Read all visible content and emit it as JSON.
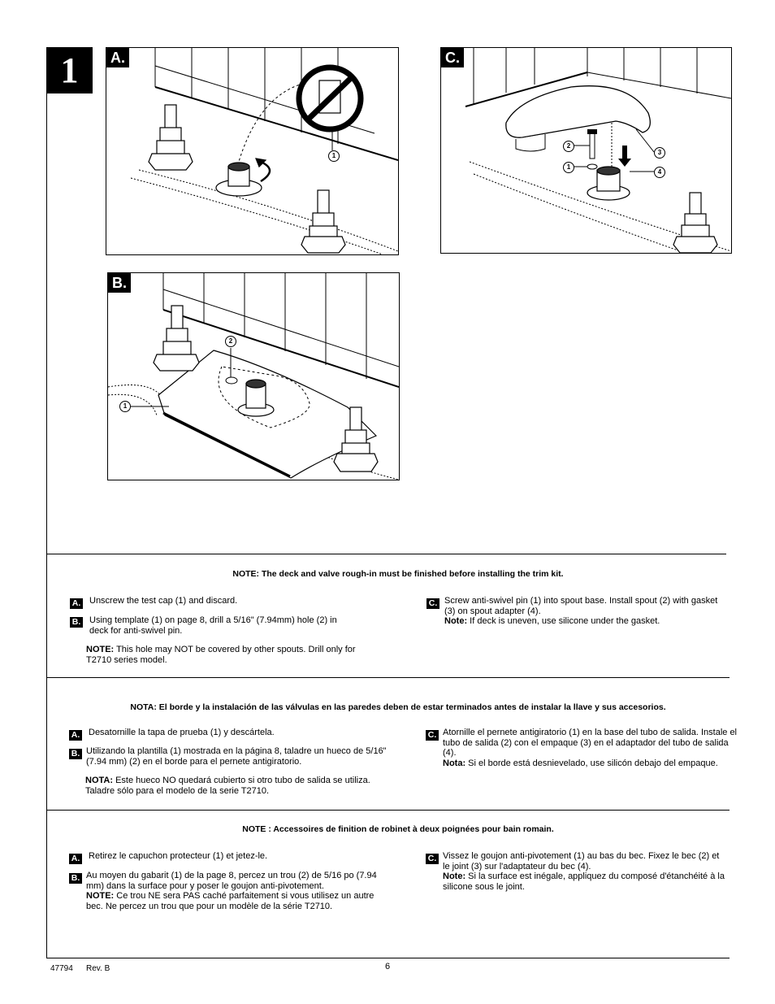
{
  "step": {
    "number": "1"
  },
  "panels": {
    "a": {
      "label": "A.",
      "callouts": [
        "1"
      ]
    },
    "b": {
      "label": "B.",
      "callouts": [
        "1",
        "2"
      ]
    },
    "c": {
      "label": "C.",
      "callouts": [
        "1",
        "2",
        "3",
        "4"
      ]
    }
  },
  "english": {
    "note": "NOTE:  The deck and valve rough-in must be finished before installing the trim kit.",
    "a_label": "A.",
    "a_text": "Unscrew the test cap (1) and discard.",
    "b_label": "B.",
    "b_text": "Using template (1) on page 8, drill a 5/16\" (7.94mm) hole (2) in deck for anti-swivel pin.",
    "b_note_label": "NOTE:",
    "b_note_text": " This hole may NOT be covered by other spouts. Drill only for T2710 series model.",
    "c_label": "C.",
    "c_text": "Screw anti-swivel pin (1) into spout base.  Install spout (2) with gasket (3) on spout adapter (4).",
    "c_note_label": "Note:",
    "c_note_text": "  If deck is uneven, use silicone under the gasket."
  },
  "spanish": {
    "note": "NOTA: El borde y la instalación de las válvulas en las paredes deben de estar terminados antes de instalar la llave y sus accesorios.",
    "a_label": "A.",
    "a_text": "Desatornille la tapa de prueba (1) y descártela.",
    "b_label": "B.",
    "b_text": "Utilizando la plantilla (1) mostrada en la página 8, taladre un hueco de 5/16\" (7.94 mm) (2) en el borde para el pernete antigiratorio.",
    "b_note_label": "NOTA:",
    "b_note_text": " Este hueco NO quedará cubierto si otro tubo de salida se utiliza. Taladre sólo para el modelo de la serie T2710.",
    "c_label": "C.",
    "c_text": "Atornille el pernete antigiratorio (1) en la base del tubo de salida. Instale el tubo de salida (2) con el empaque (3) en el adaptador del tubo de salida (4).",
    "c_note_label": "Nota:",
    "c_note_text": " Si el borde está desnievelado, use silicón debajo del empaque."
  },
  "french": {
    "note": "NOTE :  Accessoires de finition de robinet à deux poignées pour bain romain.",
    "a_label": "A.",
    "a_text": "Retirez le capuchon protecteur (1) et jetez-le.",
    "b_label": "B.",
    "b_text": "Au moyen du gabarit (1) de la page 8, percez un trou (2) de 5/16 po (7.94 mm) dans la surface pour y poser le goujon anti-pivotement.",
    "b_note_label": "NOTE:",
    "b_note_text": " Ce trou NE sera PAS caché parfaitement si vous utilisez un autre bec. Ne percez un trou que pour un modèle de la série T2710.",
    "c_label": "C.",
    "c_text": "Vissez le goujon anti-pivotement (1) au bas du bec.  Fixez le bec (2) et le joint (3) sur l'adaptateur du bec (4).",
    "c_note_label": "Note:",
    "c_note_text": "  Si la surface est inégale, appliquez du composé d'étanchéité à la silicone sous le joint."
  },
  "footer": {
    "doc_number": "47794",
    "revision": "Rev. B",
    "page": "6"
  }
}
